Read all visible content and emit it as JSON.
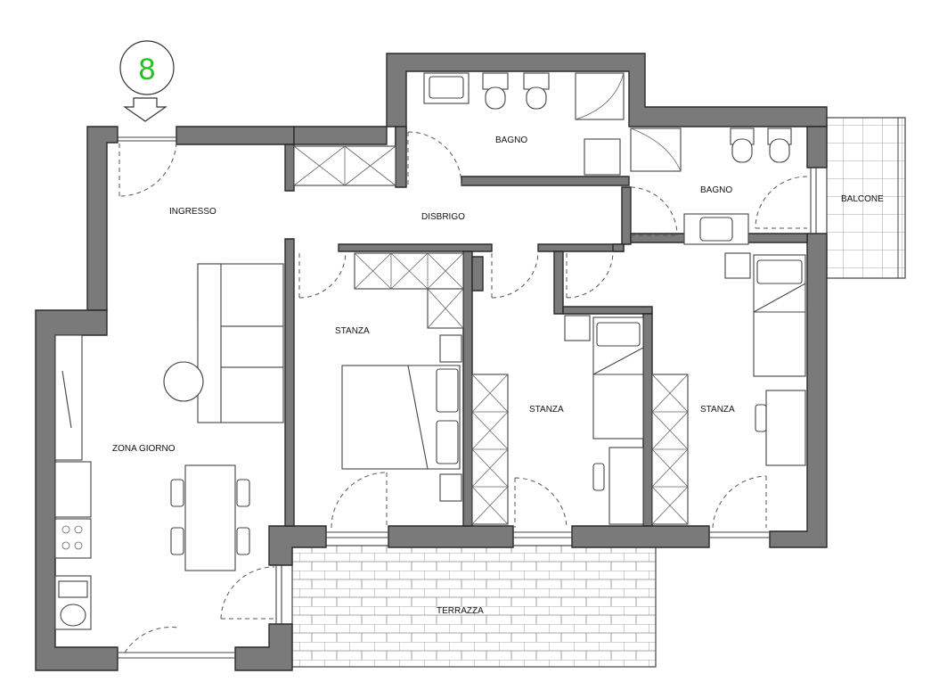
{
  "unit": {
    "number": "8"
  },
  "rooms": {
    "ingresso": "INGRESSO",
    "disbrigo": "DISBRIGO",
    "bagno_1": "BAGNO",
    "bagno_2": "BAGNO",
    "balcone": "BALCONE",
    "stanza_1": "STANZA",
    "stanza_2": "STANZA",
    "stanza_3": "STANZA",
    "zona_giorno": "ZONA GIORNO",
    "terrazza": "TERRAZZA"
  },
  "colors": {
    "wall": "#7a7a7a",
    "unit_badge": "#22c21d"
  }
}
